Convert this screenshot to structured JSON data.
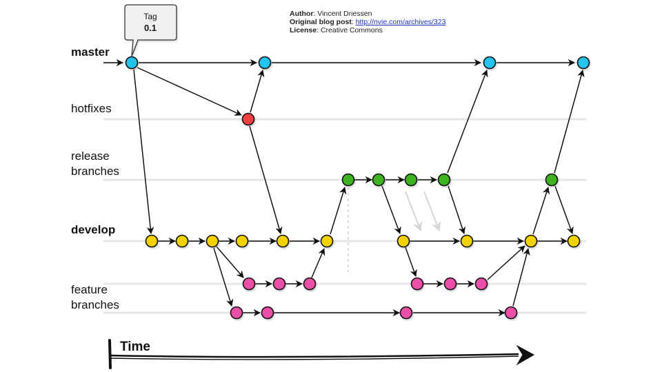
{
  "credits": {
    "author_label": "Author",
    "author": "Vincent Driessen",
    "post_label": "Original blog post",
    "post_url": "http://nvie.com/archives/323",
    "license_label": "License",
    "license": "Creative Commons"
  },
  "tag": {
    "title": "Tag",
    "version": "0.1"
  },
  "time_label": "Time",
  "lanes": [
    {
      "id": "master",
      "label": [
        "master"
      ],
      "bold": true,
      "color": "#22c4ee"
    },
    {
      "id": "hotfixes",
      "label": [
        "hotfixes"
      ],
      "bold": false,
      "color": "#f04040"
    },
    {
      "id": "release",
      "label": [
        "release",
        "branches"
      ],
      "bold": false,
      "color": "#3fb31f"
    },
    {
      "id": "develop",
      "label": [
        "develop"
      ],
      "bold": true,
      "color": "#f3d200"
    },
    {
      "id": "feature1",
      "label": [
        "feature",
        "branches"
      ],
      "bold": false,
      "color": "#ec4fa8"
    },
    {
      "id": "feature2",
      "label": [],
      "bold": false,
      "color": "#ec4fa8"
    }
  ]
}
